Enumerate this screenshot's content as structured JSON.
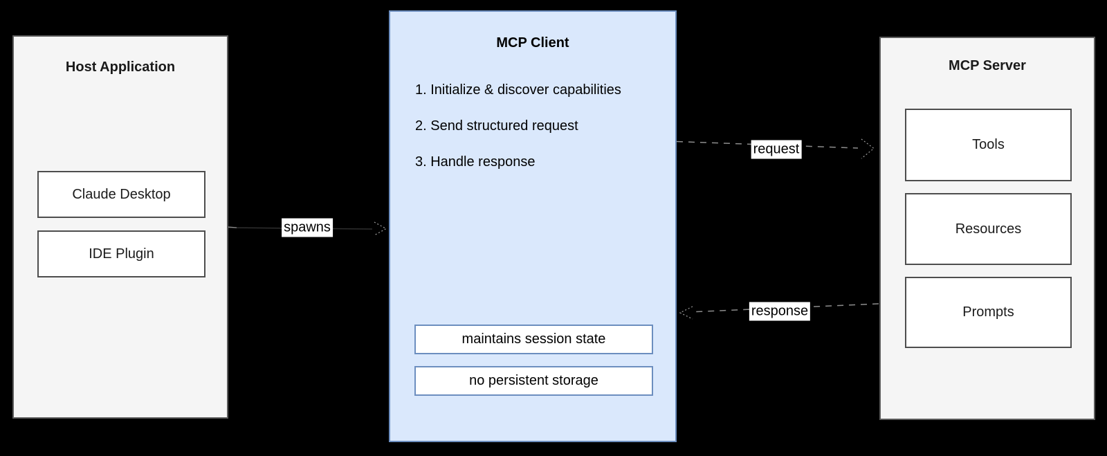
{
  "background": "#000000",
  "nodes": {
    "host": {
      "title": "Host Application",
      "children": [
        "Claude Desktop",
        "IDE Plugin"
      ],
      "fill": "#f5f5f5",
      "stroke": "#5c5c5c"
    },
    "client": {
      "title": "MCP Client",
      "steps": [
        "1. Initialize & discover capabilities",
        "2. Send structured request",
        "3. Handle response"
      ],
      "notes": [
        "maintains session state",
        "no persistent storage"
      ],
      "fill": "#dae8fc",
      "stroke": "#6c8ebf"
    },
    "server": {
      "title": "MCP Server",
      "children": [
        "Tools",
        "Resources",
        "Prompts"
      ],
      "fill": "#f5f5f5",
      "stroke": "#5c5c5c"
    }
  },
  "edges": [
    {
      "label": "spawns",
      "from": "Host Application",
      "to": "MCP Client",
      "style": "solid"
    },
    {
      "label": "request",
      "from": "MCP Client",
      "to": "MCP Server",
      "style": "dashed"
    },
    {
      "label": "response",
      "from": "MCP Server",
      "to": "MCP Client",
      "style": "dashed"
    }
  ],
  "edge_style": {
    "label_background": "#ffffff",
    "label_text": "#000000",
    "dash_color": "#8d8d8d",
    "arrowhead_color": "#9f9f9f"
  }
}
